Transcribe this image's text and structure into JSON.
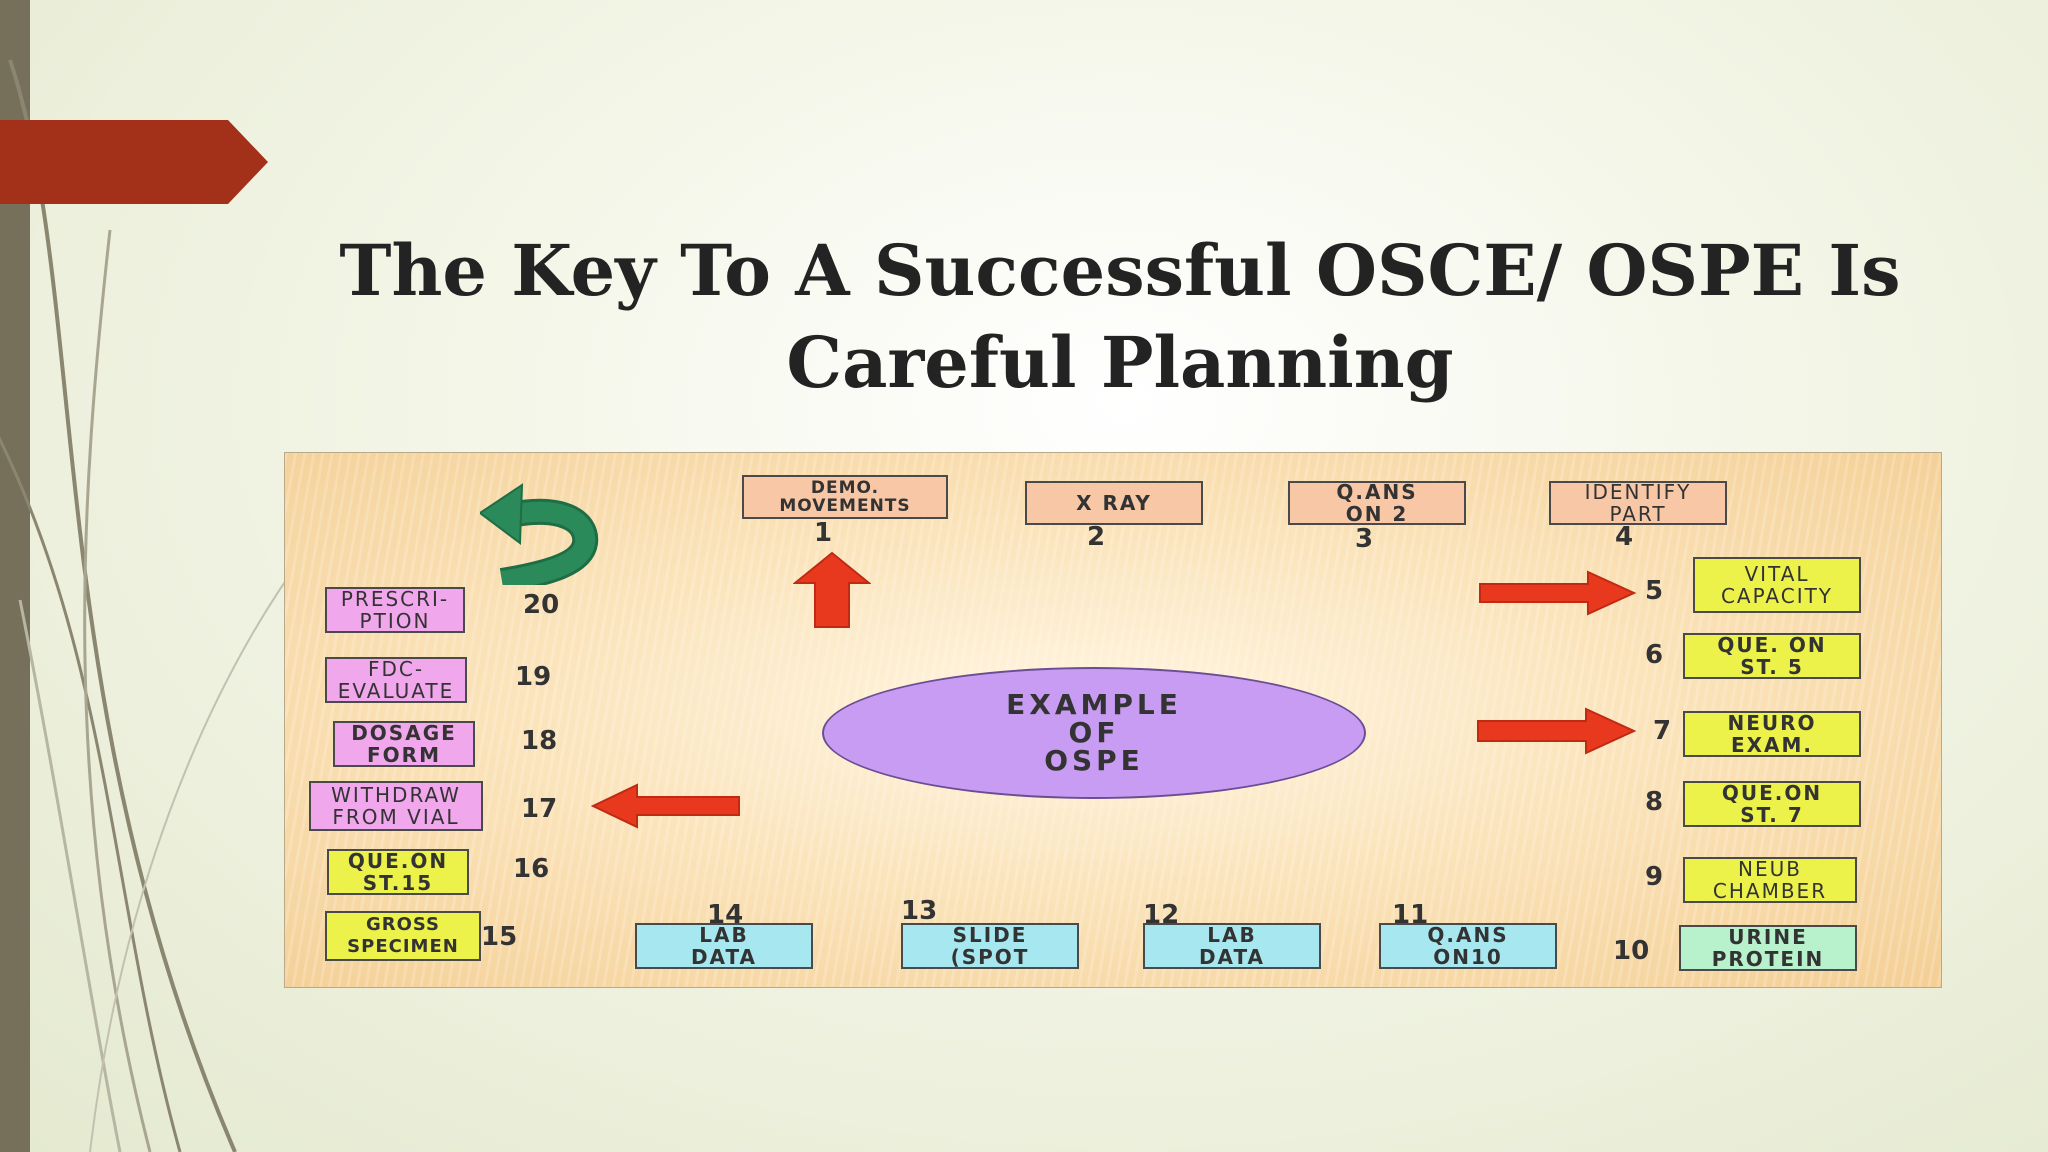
{
  "title": "The Key To A Successful OSCE/ OSPE Is Careful Planning",
  "colors": {
    "ribbon": "#a33018",
    "left_bar": "#76705a",
    "arrow_red": "#e8381e",
    "arrow_green": "#2a8a5a",
    "oval": "#c79cf2"
  },
  "diagram": {
    "center": {
      "lines": [
        "EXAMPLE",
        "OF",
        "OSPE"
      ]
    },
    "stations": [
      {
        "number": "1",
        "lines": [
          "DEMO.",
          "MOVEMENTS"
        ],
        "color": "peach"
      },
      {
        "number": "2",
        "lines": [
          "X RAY"
        ],
        "color": "peach"
      },
      {
        "number": "3",
        "lines": [
          "Q.ANS",
          "ON 2"
        ],
        "color": "peach"
      },
      {
        "number": "4",
        "lines": [
          "IDENTIFY",
          "PART"
        ],
        "color": "peach"
      },
      {
        "number": "5",
        "lines": [
          "VITAL",
          "CAPACITY"
        ],
        "color": "yellow"
      },
      {
        "number": "6",
        "lines": [
          "QUE. ON",
          "ST. 5"
        ],
        "color": "yellow"
      },
      {
        "number": "7",
        "lines": [
          "NEURO",
          "EXAM."
        ],
        "color": "yellow"
      },
      {
        "number": "8",
        "lines": [
          "QUE.ON",
          "ST. 7"
        ],
        "color": "yellow"
      },
      {
        "number": "9",
        "lines": [
          "NEUB",
          "CHAMBER"
        ],
        "color": "yellow"
      },
      {
        "number": "10",
        "lines": [
          "URINE",
          "PROTEIN"
        ],
        "color": "mint"
      },
      {
        "number": "11",
        "lines": [
          "Q.ANS",
          "ON10"
        ],
        "color": "cyan"
      },
      {
        "number": "12",
        "lines": [
          "LAB",
          "DATA"
        ],
        "color": "cyan"
      },
      {
        "number": "13",
        "lines": [
          "SLIDE",
          "(SPOT"
        ],
        "color": "cyan"
      },
      {
        "number": "14",
        "lines": [
          "LAB",
          "DATA"
        ],
        "color": "cyan"
      },
      {
        "number": "15",
        "lines": [
          "GROSS",
          "SPECIMEN"
        ],
        "color": "yellow"
      },
      {
        "number": "16",
        "lines": [
          "QUE.ON",
          "ST.15"
        ],
        "color": "yellow"
      },
      {
        "number": "17",
        "lines": [
          "WITHDRAW",
          "FROM VIAL"
        ],
        "color": "pink"
      },
      {
        "number": "18",
        "lines": [
          "DOSAGE",
          "FORM"
        ],
        "color": "pink"
      },
      {
        "number": "19",
        "lines": [
          "FDC-",
          "EVALUATE"
        ],
        "color": "pink"
      },
      {
        "number": "20",
        "lines": [
          "PRESCRI-",
          "PTION"
        ],
        "color": "pink"
      }
    ]
  }
}
